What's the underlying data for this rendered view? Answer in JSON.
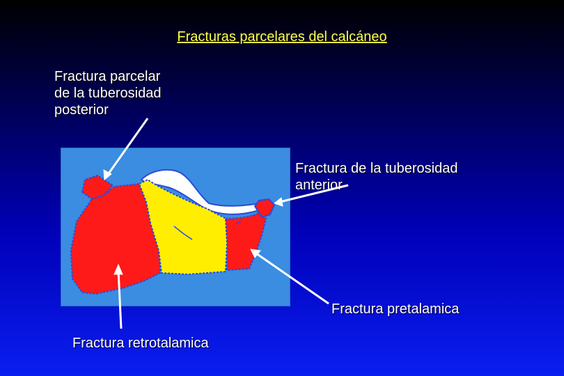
{
  "title": "Fracturas parcelares del calcáneo",
  "labels": {
    "posterior_tuberosity": "Fractura parcelar\nde la tuberosidad\nposterior",
    "anterior_tuberosity": "Fractura de la tuberosidad\nanterior",
    "pretalar": "Fractura pretalamica",
    "retrotalar": "Fractura retrotalamica"
  },
  "colors": {
    "title": "#ffff4d",
    "label_text": "#ffffff",
    "bone_fragment_red": "#ff1a1a",
    "bone_fragment_yellow": "#ffee00",
    "articular_surface_white": "#ffffff",
    "fracture_line": "#2a4bd8",
    "figure_background": "#3a8de0"
  }
}
